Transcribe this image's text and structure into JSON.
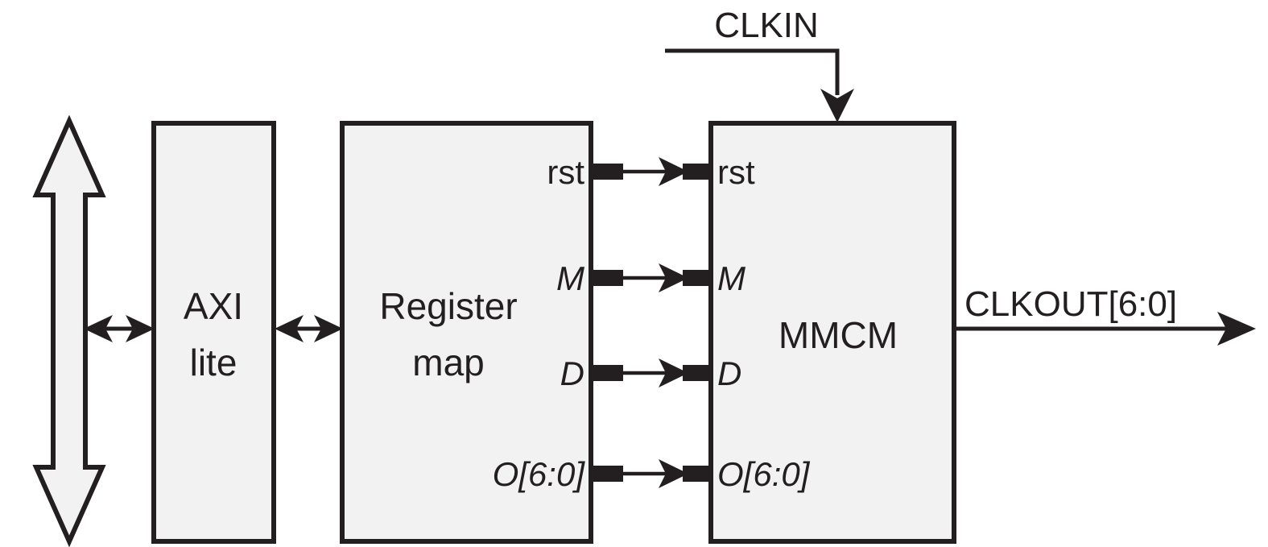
{
  "diagram": {
    "title": "MMCM AXI-lite register map block diagram",
    "colors": {
      "block_fill": "#f2f2f2",
      "stroke": "#231f20",
      "background": "#ffffff"
    },
    "blocks": [
      {
        "id": "axi-lite",
        "label_line1": "AXI",
        "label_line2": "lite"
      },
      {
        "id": "register-map",
        "label_line1": "Register",
        "label_line2": "map"
      },
      {
        "id": "mmcm",
        "label_line1": "MMCM",
        "label_line2": ""
      }
    ],
    "signals": {
      "clkin": "CLKIN",
      "clkout": "CLKOUT[6:0]"
    },
    "ports": [
      {
        "name": "rst",
        "left_label": "rst",
        "right_label": "rst",
        "italic": false
      },
      {
        "name": "m",
        "left_label": "M",
        "right_label": "M",
        "italic": true
      },
      {
        "name": "d",
        "left_label": "D",
        "right_label": "D",
        "italic": true
      },
      {
        "name": "o",
        "left_label": "O[6:0]",
        "right_label": "O[6:0]",
        "italic": true
      }
    ],
    "connections": [
      {
        "id": "external-bus",
        "kind": "bidirectional-vertical",
        "label": ""
      },
      {
        "id": "bus-to-axi",
        "kind": "bidirectional",
        "label": ""
      },
      {
        "id": "axi-to-registermap",
        "kind": "bidirectional",
        "label": ""
      },
      {
        "id": "clkin-to-mmcm",
        "kind": "unidirectional",
        "label": "CLKIN"
      },
      {
        "id": "mmcm-to-clkout",
        "kind": "unidirectional",
        "label": "CLKOUT[6:0]"
      }
    ]
  }
}
